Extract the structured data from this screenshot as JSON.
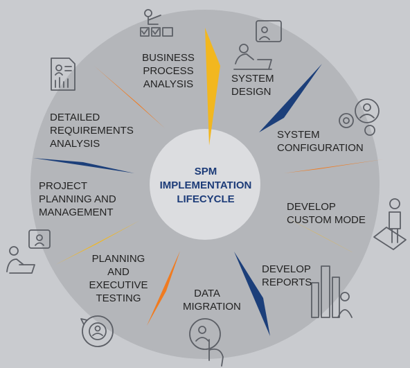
{
  "diagram": {
    "center_title": "SPM\nIMPLEMENTATION\nLIFECYCLE",
    "steps": [
      {
        "label": "BUSINESS\nPROCESS\nANALYSIS",
        "icon": "checklist-person-icon"
      },
      {
        "label": "SYSTEM\nDESIGN",
        "icon": "person-laptop-icon"
      },
      {
        "label": "SYSTEM\nCONFIGURATION",
        "icon": "gears-user-icon"
      },
      {
        "label": "DEVELOP\nCUSTOM MODE",
        "icon": "person-standing-icon"
      },
      {
        "label": "DEVELOP\nREPORTS",
        "icon": "bar-chart-user-icon"
      },
      {
        "label": "DATA\nMIGRATION",
        "icon": "touch-user-icon"
      },
      {
        "label": "PLANNING\nAND\nEXECUTIVE\nTESTING",
        "icon": "cycle-user-icon"
      },
      {
        "label": "PROJECT\nPLANNING AND\nMANAGEMENT",
        "icon": "person-chat-icon"
      },
      {
        "label": "DETAILED\nREQUIREMENTS\nANALYSIS",
        "icon": "report-document-icon"
      }
    ],
    "colors": {
      "background": "#c9cbcf",
      "outer_ring": "#b4b6ba",
      "inner_circle": "#dcdde0",
      "title": "#1c3b78",
      "yellow": "#f2b71f",
      "blue": "#1c3f7a",
      "orange": "#f07b20",
      "icon": "#5c5f66"
    }
  }
}
